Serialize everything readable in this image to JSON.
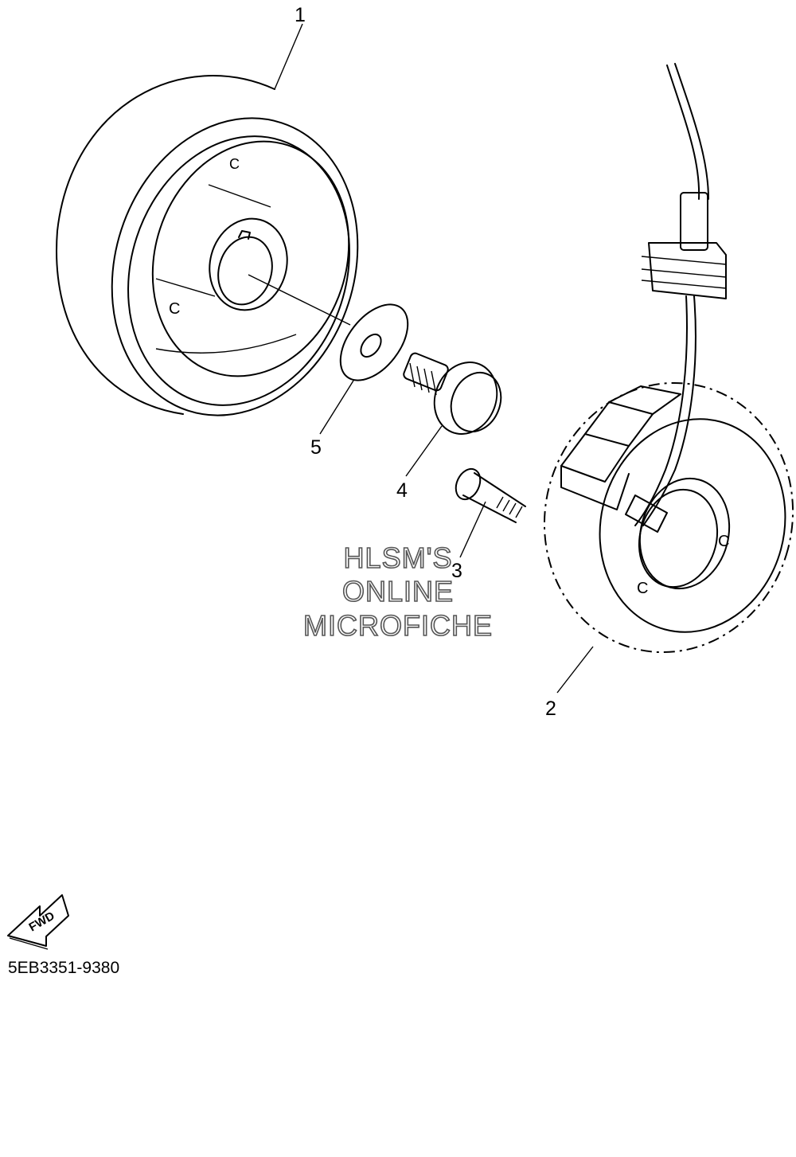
{
  "callouts": {
    "c1": "1",
    "c2": "2",
    "c3": "3",
    "c4": "4",
    "c5": "5"
  },
  "watermark": {
    "line1": "HLSM'S",
    "line2": "ONLINE",
    "line3": "MICROFICHE"
  },
  "fwd_label": "FWD",
  "reference_code": "5EB3351-9380"
}
